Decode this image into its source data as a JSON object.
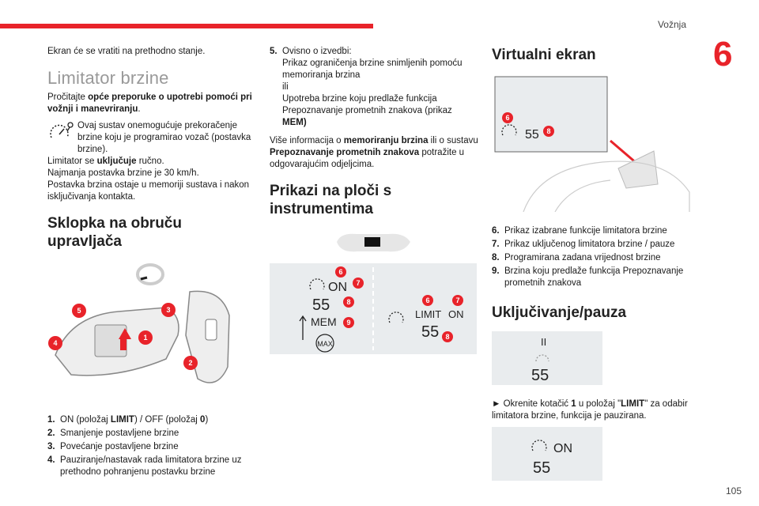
{
  "header": {
    "section": "Vožnja",
    "chapter": "6",
    "page": "105"
  },
  "col1": {
    "intro": "Ekran će se vratiti na prethodno stanje.",
    "title": "Limitator brzine",
    "read_prefix": "Pročitajte ",
    "read_bold": "opće preporuke o upotrebi pomoći pri vožnji i manevriranju",
    "read_suffix": ".",
    "note_text": "Ovaj sustav onemogućuje prekoračenje brzine koju je programirao vozač (postavka brzine).",
    "line_on_prefix": "Limitator se ",
    "line_on_bold": "uključuje",
    "line_on_suffix": " ručno.",
    "line_min": "Najmanja postavka brzine je 30 km/h.",
    "line_mem": "Postavka brzina ostaje u memoriji sustava i nakon isključivanja kontakta.",
    "switch_title": "Sklopka na obruču upravljača",
    "fig_labels": {
      "b1": "1",
      "b2": "2",
      "b3": "3",
      "b4": "4",
      "b5": "5"
    },
    "list": [
      {
        "n": "1.",
        "pre": "ON (položaj ",
        "b1": "LIMIT",
        "mid": ") / OFF (položaj ",
        "b2": "0",
        "post": ")"
      },
      {
        "n": "2.",
        "text": "Smanjenje postavljene brzine"
      },
      {
        "n": "3.",
        "text": "Povećanje postavljene brzine"
      },
      {
        "n": "4.",
        "text": "Pauziranje/nastavak rada limitatora brzine uz prethodno pohranjenu postavku brzine"
      }
    ]
  },
  "col2": {
    "item5_n": "5.",
    "item5_a": "Ovisno o izvedbi:",
    "item5_b": "Prikaz ograničenja brzine snimljenih pomoću memoriranja brzina",
    "item5_c": "ili",
    "item5_d": "Upotreba brzine koju predlaže funkcija Prepoznavanje prometnih znakova (prikaz",
    "item5_e": "MEM)",
    "more_prefix": "Više informacija o ",
    "more_b1": "memoriranju brzina",
    "more_mid": " ili o sustavu ",
    "more_b2": "Prepoznavanje prometnih znakova",
    "more_suffix": " potražite u odgovarajućim odjeljcima.",
    "panel_title": "Prikazi na ploči s instrumentima",
    "panel": {
      "on": "ON",
      "n55": "55",
      "mem": "MEM",
      "max": "MAX",
      "limit": "LIMIT",
      "on2": "ON",
      "n55b": "55",
      "b6": "6",
      "b7": "7",
      "b8": "8",
      "b9": "9"
    }
  },
  "col3": {
    "title": "Virtualni ekran",
    "fig": {
      "n55": "55",
      "b6": "6",
      "b8": "8"
    },
    "list": [
      {
        "n": "6.",
        "text": "Prikaz izabrane funkcije limitatora brzine"
      },
      {
        "n": "7.",
        "text": "Prikaz uključenog limitatora brzine / pauze"
      },
      {
        "n": "8.",
        "text": "Programirana zadana vrijednost brzine"
      },
      {
        "n": "9.",
        "text": "Brzina koju predlaže funkcija Prepoznavanje prometnih znakova"
      }
    ],
    "pause_title": "Uključivanje/pauza",
    "fig_pause": {
      "pause": "II",
      "n55": "55"
    },
    "step_prefix": "► Okrenite kotačić ",
    "step_b1": "1",
    "step_mid": " u položaj \"",
    "step_b2": "LIMIT",
    "step_suffix": "\" za odabir limitatora brzine, funkcija je pauzirana.",
    "fig_on": {
      "on": "ON",
      "n55": "55"
    }
  }
}
